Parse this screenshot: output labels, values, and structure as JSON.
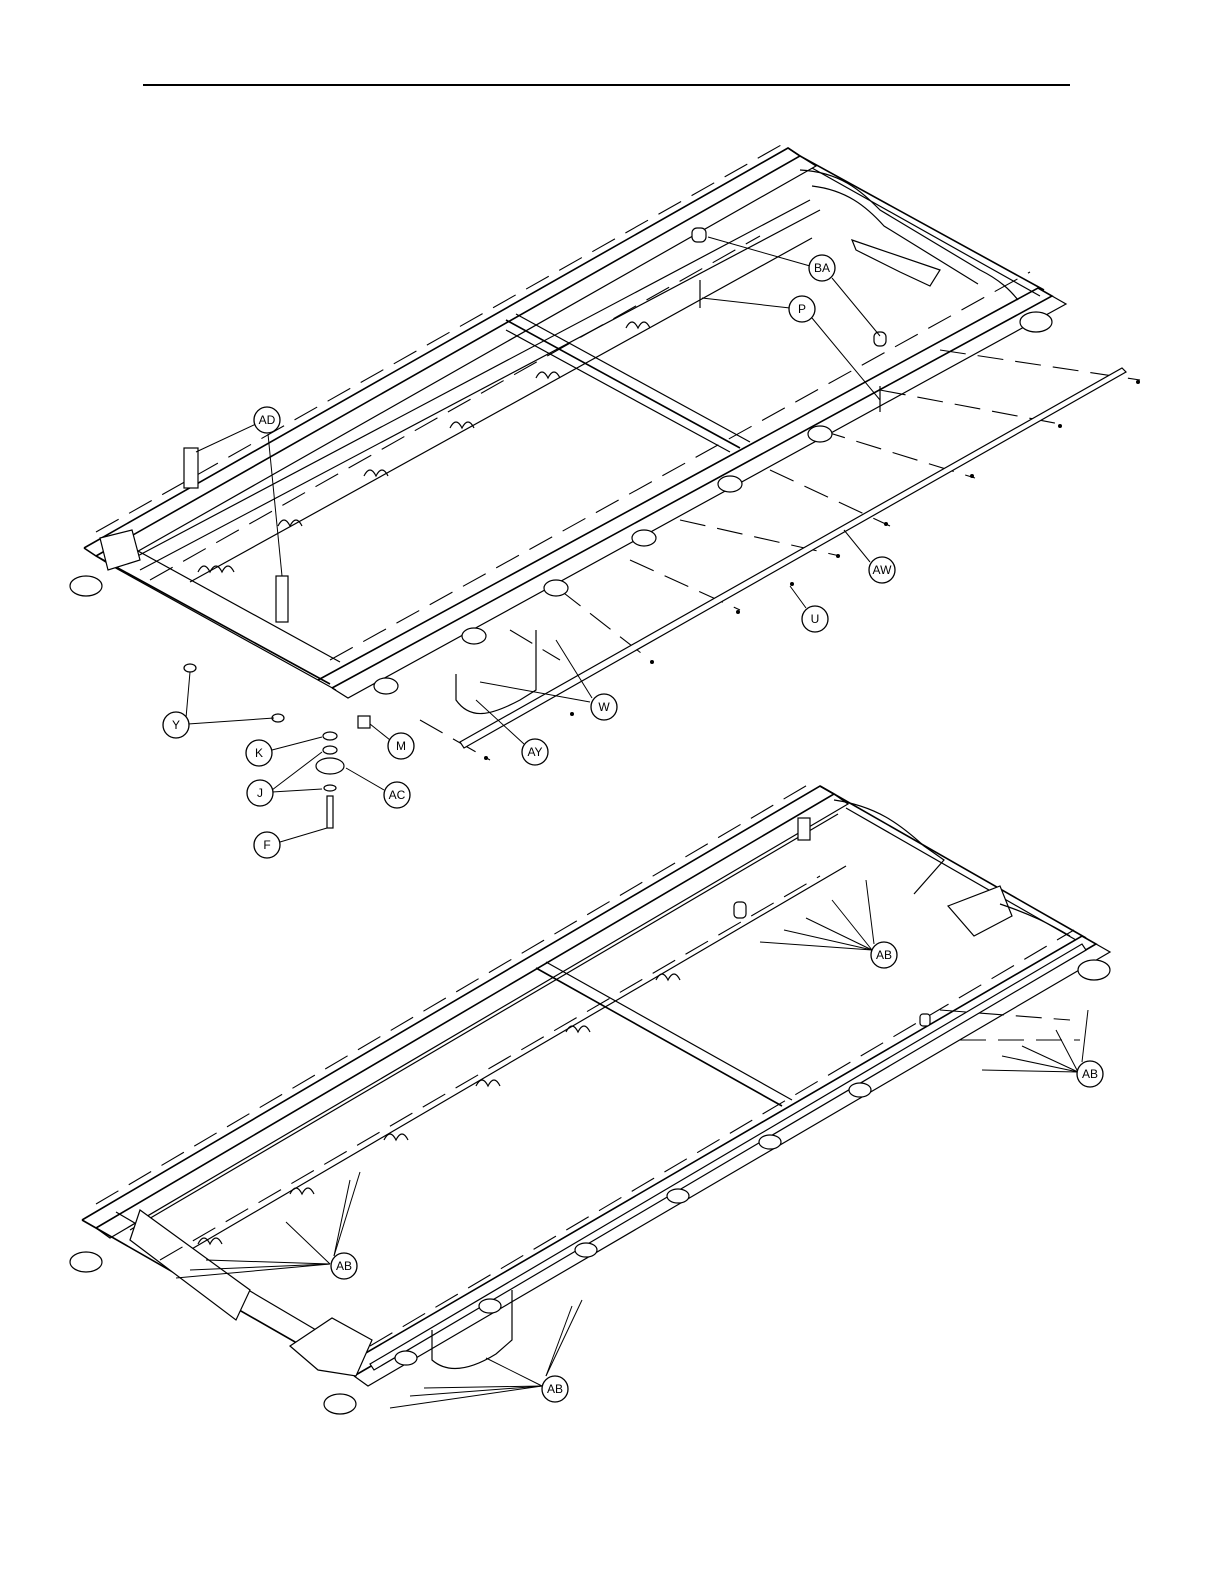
{
  "figure": {
    "description_free": true,
    "views": [
      {
        "id": "upper-assembly",
        "callouts": [
          {
            "label": "BA"
          },
          {
            "label": "P"
          },
          {
            "label": "AD"
          },
          {
            "label": "AW"
          },
          {
            "label": "U"
          },
          {
            "label": "W"
          },
          {
            "label": "Y"
          },
          {
            "label": "M"
          },
          {
            "label": "K"
          },
          {
            "label": "AY"
          },
          {
            "label": "J"
          },
          {
            "label": "AC"
          },
          {
            "label": "F"
          }
        ]
      },
      {
        "id": "lower-assembly",
        "callouts": [
          {
            "label": "AB"
          },
          {
            "label": "AB"
          },
          {
            "label": "AB"
          },
          {
            "label": "AB"
          }
        ]
      }
    ]
  }
}
